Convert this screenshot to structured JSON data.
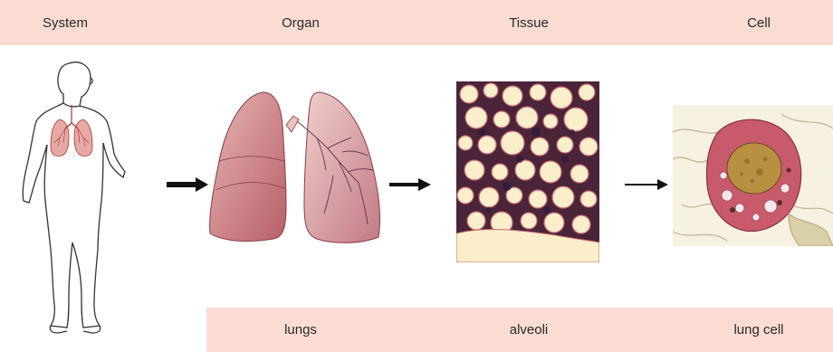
{
  "levels": {
    "system": "System",
    "organ": "Organ",
    "tissue": "Tissue",
    "cell": "Cell"
  },
  "examples": {
    "organ": "lungs",
    "tissue": "alveoli",
    "cell": "lung cell"
  }
}
